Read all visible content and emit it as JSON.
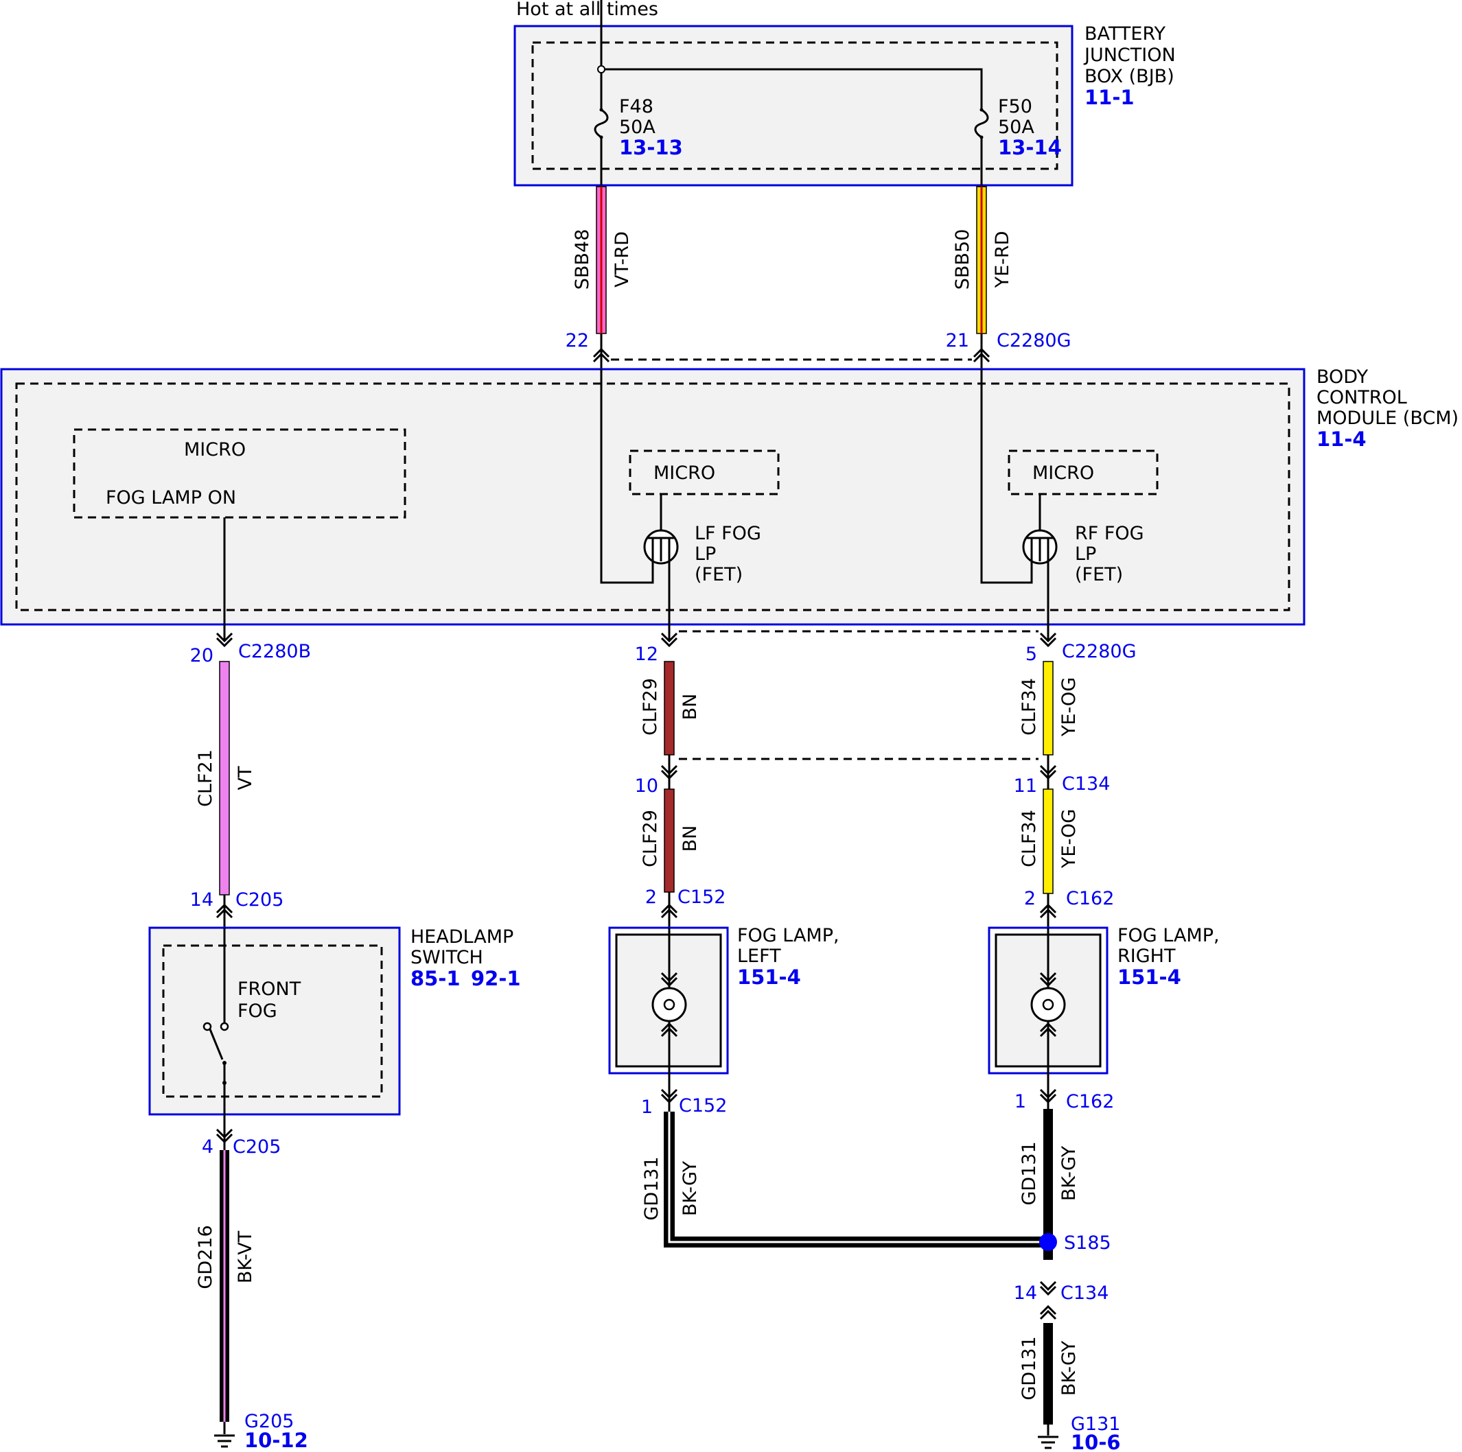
{
  "supply": {
    "label": "Hot at all times"
  },
  "bjb": {
    "name_lines": [
      "BATTERY",
      "JUNCTION",
      "BOX (BJB)"
    ],
    "ref": "11-1",
    "fuses": [
      {
        "id": "F48",
        "rating": "50A",
        "ref": "13-13"
      },
      {
        "id": "F50",
        "rating": "50A",
        "ref": "13-14"
      }
    ]
  },
  "bcm": {
    "name_lines": [
      "BODY",
      "CONTROL",
      "MODULE (BCM)"
    ],
    "ref": "11-4",
    "micro_left": {
      "title": "MICRO",
      "label": "FOG LAMP ON"
    },
    "micro_lf": {
      "title": "MICRO",
      "fet_lines": [
        "LF FOG",
        "LP",
        "(FET)"
      ]
    },
    "micro_rf": {
      "title": "MICRO",
      "fet_lines": [
        "RF FOG",
        "LP",
        "(FET)"
      ]
    }
  },
  "headlamp_switch": {
    "name_lines": [
      "HEADLAMP",
      "SWITCH"
    ],
    "refs": [
      "85-1",
      "92-1"
    ],
    "switch_lines": [
      "FRONT",
      "FOG"
    ]
  },
  "fog_lamp_left": {
    "name_lines": [
      "FOG LAMP,",
      "LEFT"
    ],
    "ref": "151-4"
  },
  "fog_lamp_right": {
    "name_lines": [
      "FOG LAMP,",
      "RIGHT"
    ],
    "ref": "151-4"
  },
  "wires": [
    {
      "circuit": "SBB48",
      "color": "VT-RD",
      "stroke": "#ff66cc",
      "stripe": "#cc0000"
    },
    {
      "circuit": "SBB50",
      "color": "YE-RD",
      "stroke": "#ffdd00",
      "stripe": "#cc0000"
    },
    {
      "circuit": "CLF21",
      "color": "VT",
      "stroke": "#ee82ee"
    },
    {
      "circuit": "CLF29",
      "color": "BN",
      "stroke": "#a52a2a"
    },
    {
      "circuit": "CLF29",
      "color": "BN",
      "stroke": "#a52a2a"
    },
    {
      "circuit": "CLF34",
      "color": "YE-OG",
      "stroke": "#ffee00"
    },
    {
      "circuit": "CLF34",
      "color": "YE-OG",
      "stroke": "#ffee00"
    },
    {
      "circuit": "GD216",
      "color": "BK-VT",
      "stroke": "#000000",
      "stripe": "#ee82ee"
    },
    {
      "circuit": "GD131",
      "color": "BK-GY",
      "stroke": "#000000"
    },
    {
      "circuit": "GD131",
      "color": "BK-GY",
      "stroke": "#000000"
    },
    {
      "circuit": "GD131",
      "color": "BK-GY",
      "stroke": "#000000"
    }
  ],
  "connectors": [
    {
      "pin": "22",
      "name": ""
    },
    {
      "pin": "21",
      "name": "C2280G"
    },
    {
      "pin": "20",
      "name": "C2280B"
    },
    {
      "pin": "12",
      "name": ""
    },
    {
      "pin": "5",
      "name": "C2280G"
    },
    {
      "pin": "10",
      "name": ""
    },
    {
      "pin": "11",
      "name": "C134"
    },
    {
      "pin": "14",
      "name": "C205"
    },
    {
      "pin": "2",
      "name": "C152"
    },
    {
      "pin": "2",
      "name": "C162"
    },
    {
      "pin": "4",
      "name": "C205"
    },
    {
      "pin": "1",
      "name": "C152"
    },
    {
      "pin": "1",
      "name": "C162"
    },
    {
      "pin": "14",
      "name": "C134"
    }
  ],
  "splice": {
    "name": "S185",
    "color": "#0000ff"
  },
  "grounds": [
    {
      "name": "G205",
      "ref": "10-12"
    },
    {
      "name": "G131",
      "ref": "10-6"
    }
  ]
}
